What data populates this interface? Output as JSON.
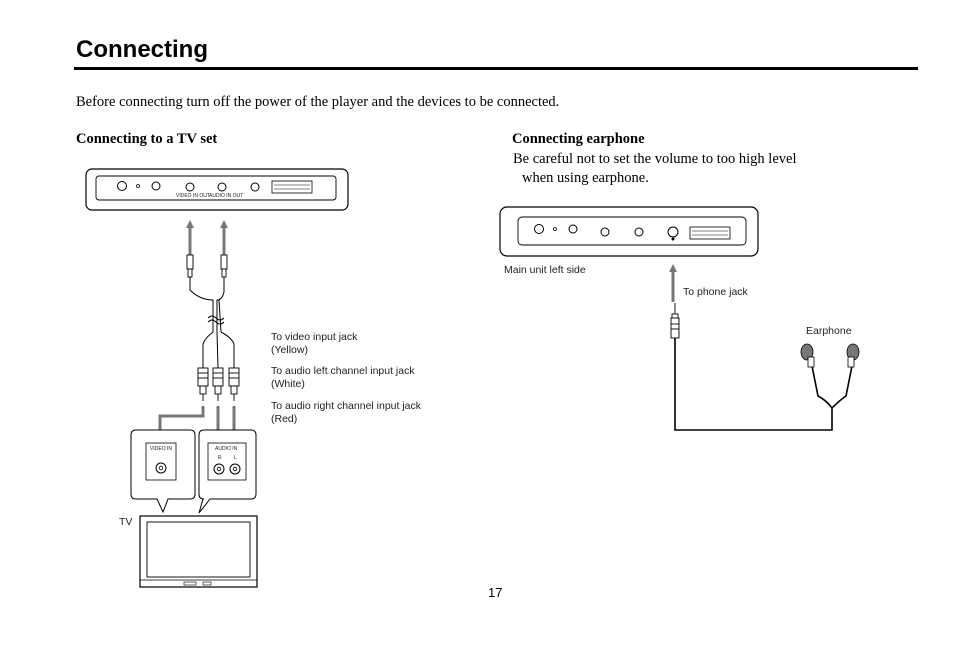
{
  "page": {
    "title": "Connecting",
    "intro": "Before connecting turn off the power of the player and the devices to be connected.",
    "page_number": "17"
  },
  "tv_section": {
    "heading": "Connecting to a TV set",
    "player_jack_labels": [
      "VIDEO IN OUT",
      "AUDIO IN OUT"
    ],
    "tv_panel_labels": {
      "video_in": "VIDEO IN",
      "audio_in": "AUDIO IN",
      "r": "R",
      "l": "L"
    },
    "callouts": [
      {
        "line1": "To video input jack",
        "line2": "(Yellow)"
      },
      {
        "line1": "To audio left channel input jack",
        "line2": "(White)"
      },
      {
        "line1": "To audio right channel input jack",
        "line2": "(Red)"
      }
    ],
    "tv_label": "TV"
  },
  "earphone_section": {
    "heading": "Connecting earphone",
    "note_line1": "Be careful not to set the volume to too high level",
    "note_line2": "when using earphone.",
    "unit_label": "Main unit left side",
    "jack_label": "To phone jack",
    "earphone_label": "Earphone"
  },
  "colors": {
    "arrow": "#777777",
    "line": "#000000"
  }
}
